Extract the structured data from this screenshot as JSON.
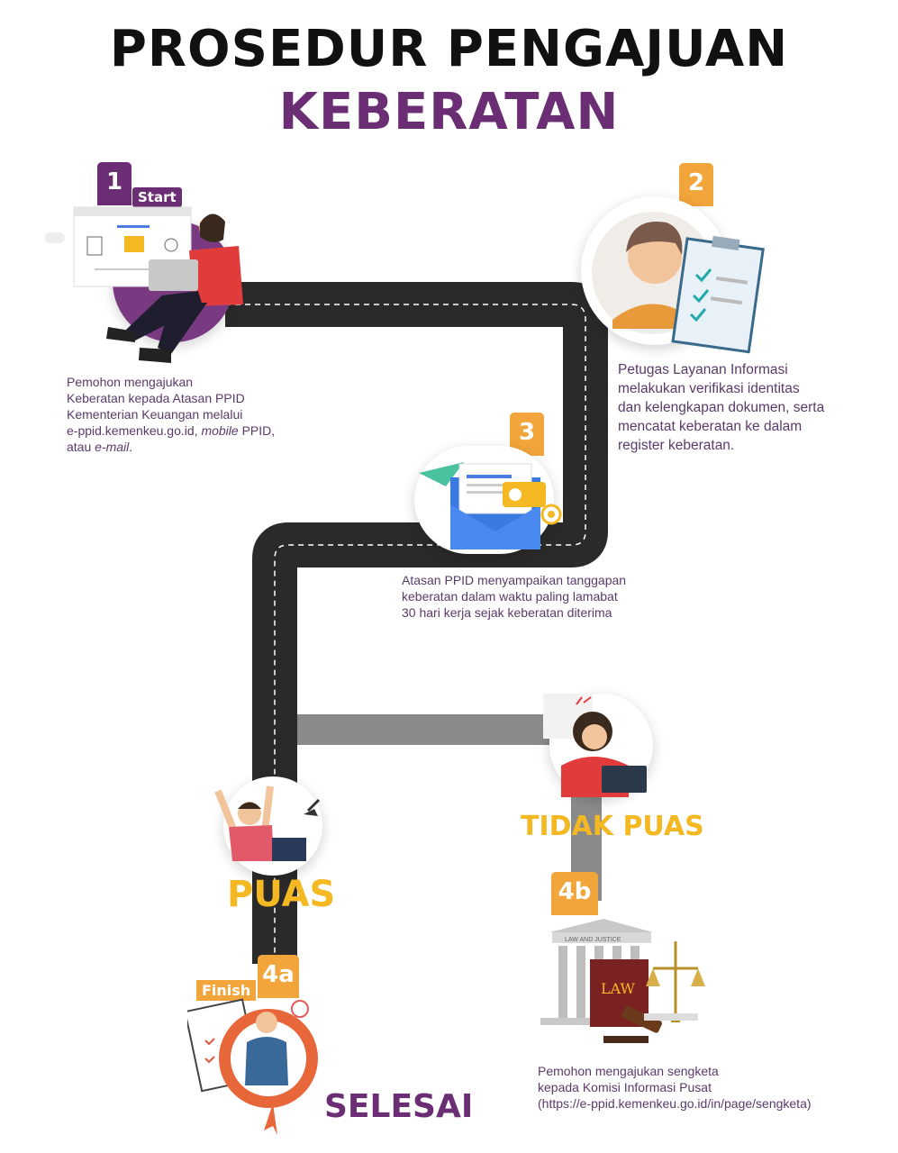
{
  "title": {
    "line1": "PROSEDUR PENGAJUAN",
    "line2": "KEBERATAN"
  },
  "steps": [
    {
      "number": "1",
      "tag": "Start",
      "desc_parts": [
        "Pemohon mengajukan",
        "Keberatan kepada Atasan PPID",
        "Kementerian Keuangan melalui",
        "e-ppid.kemenkeu.go.id, ",
        "mobile",
        " PPID,",
        "atau ",
        "e-mail",
        "."
      ]
    },
    {
      "number": "2",
      "desc_lines": [
        "Petugas Layanan Informasi",
        "melakukan verifikasi identitas",
        "dan kelengkapan dokumen, serta",
        "mencatat keberatan ke dalam",
        "register keberatan."
      ]
    },
    {
      "number": "3",
      "desc_lines": [
        "Atasan PPID menyampaikan tanggapan",
        "keberatan dalam waktu paling lamabat",
        "30 hari kerja sejak keberatan diterima"
      ]
    },
    {
      "number": "4a",
      "tag": "Finish",
      "label": "SELESAI"
    },
    {
      "number": "4b",
      "desc_lines": [
        "Pemohon mengajukan sengketa",
        "kepada Komisi Informasi Pusat",
        "(https://e-ppid.kemenkeu.go.id/in/page/sengketa)"
      ]
    }
  ],
  "labels": {
    "puas": "PUAS",
    "tidak_puas": "TIDAK PUAS",
    "law_book": "LAW",
    "law_building": "LAW AND JUSTICE"
  },
  "colors": {
    "purple": "#6b2d74",
    "orange": "#f2a53a",
    "yellow": "#f4b822",
    "road": "#2a2a2a",
    "road_gray": "#8a8a8a"
  }
}
